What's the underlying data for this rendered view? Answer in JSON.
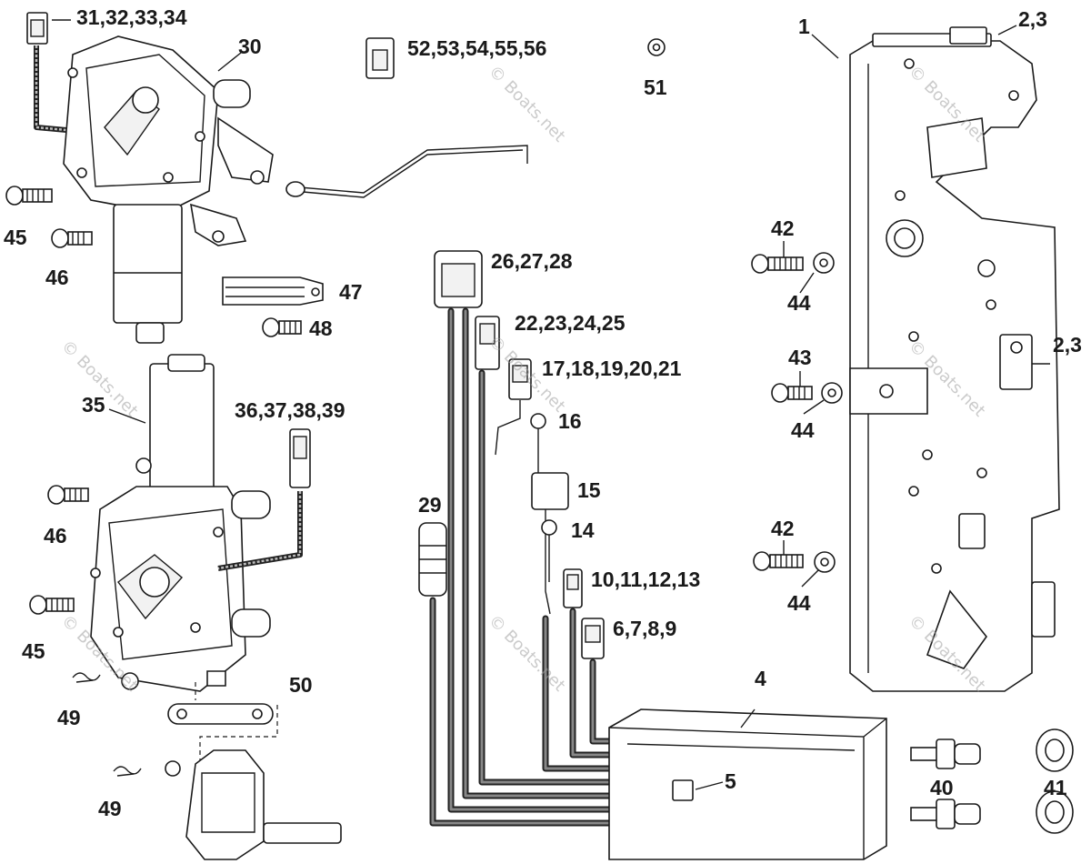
{
  "labels": {
    "l_31_34": "31,32,33,34",
    "l_30": "30",
    "l_52_56": "52,53,54,55,56",
    "l_51": "51",
    "l_1": "1",
    "l_2_3_top": "2,3",
    "l_45_top": "45",
    "l_46_top": "46",
    "l_47": "47",
    "l_48": "48",
    "l_26_28": "26,27,28",
    "l_42_top": "42",
    "l_44_top": "44",
    "l_22_25": "22,23,24,25",
    "l_17_21": "17,18,19,20,21",
    "l_16": "16",
    "l_43": "43",
    "l_44_mid": "44",
    "l_2_3_mid": "2,3",
    "l_35": "35",
    "l_36_39": "36,37,38,39",
    "l_46_bot": "46",
    "l_15": "15",
    "l_29": "29",
    "l_14": "14",
    "l_42_bot": "42",
    "l_44_bot": "44",
    "l_10_13": "10,11,12,13",
    "l_45_bot": "45",
    "l_6_9": "6,7,8,9",
    "l_50": "50",
    "l_4": "4",
    "l_49_top": "49",
    "l_5": "5",
    "l_40": "40",
    "l_41": "41",
    "l_49_bot": "49"
  },
  "watermark": "© Boats.net"
}
